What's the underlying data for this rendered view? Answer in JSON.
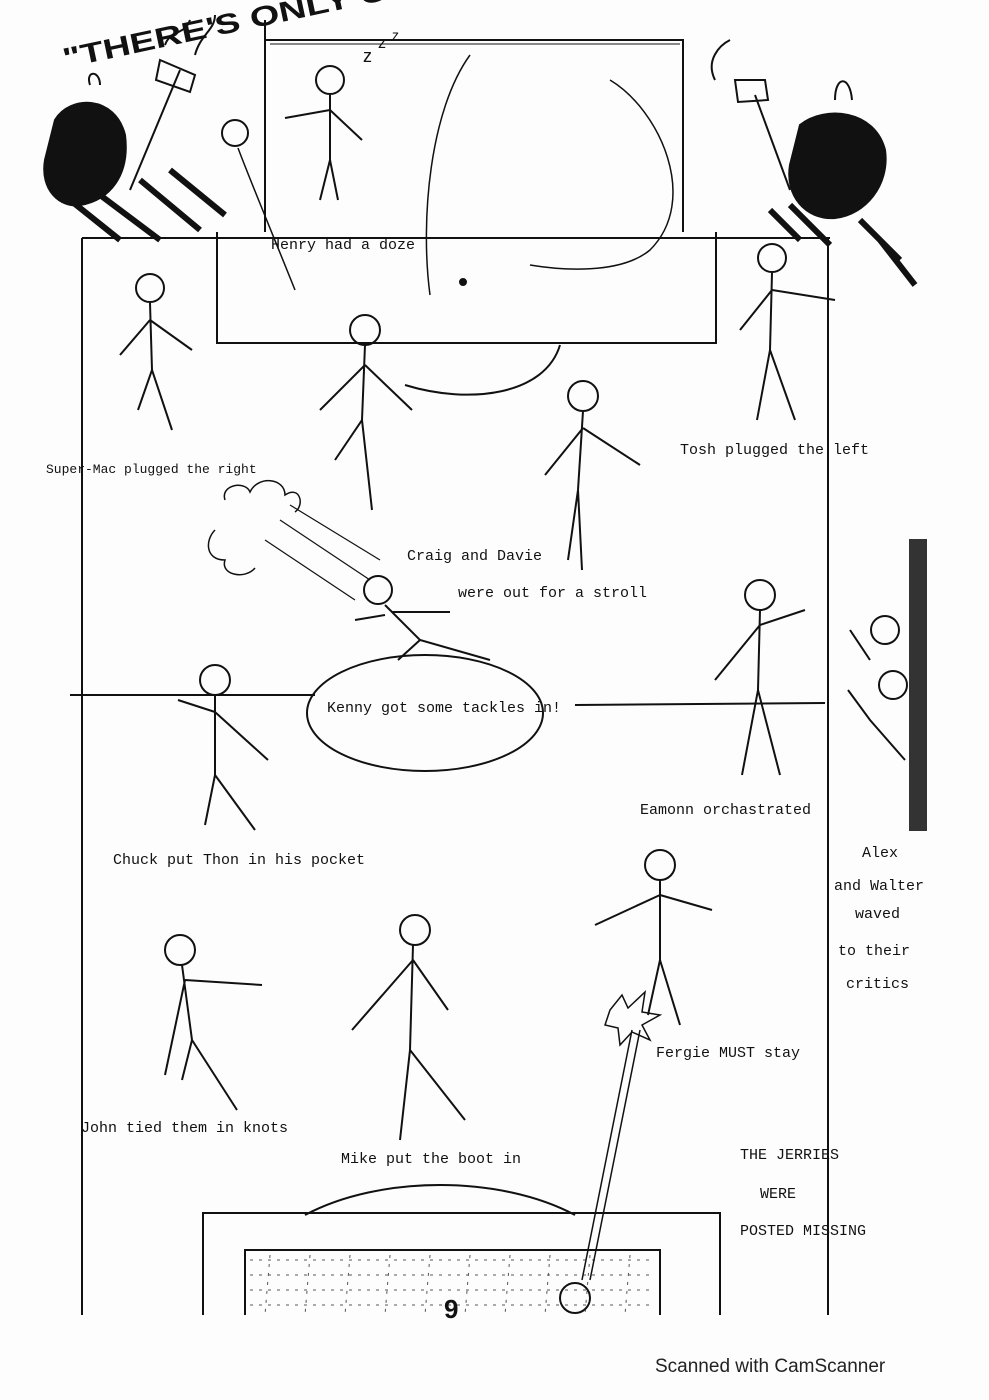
{
  "headline": "\"THERE'S ONLY ONE TEAM IN EUROPE\"",
  "captions": {
    "henry": "Henry had a doze",
    "supermac": "Super-Mac plugged the right",
    "tosh": "Tosh plugged the left",
    "craig": "Craig and Davie",
    "stroll": "were out for a stroll",
    "kenny": "Kenny got some tackles in!",
    "eamonn": "Eamonn orchastrated",
    "chuck": "Chuck put Thon in his pocket",
    "alex": "Alex",
    "walter": "and Walter",
    "waved": "waved",
    "to_their": "to their",
    "critics": "critics",
    "fergie": "Fergie MUST stay",
    "john": "John tied them in knots",
    "mike": "Mike put the boot in",
    "jerries_1": "THE JERRIES",
    "jerries_2": "WERE",
    "jerries_3": "POSTED MISSING"
  },
  "page_number": "9",
  "footer": "Scanned with CamScanner"
}
